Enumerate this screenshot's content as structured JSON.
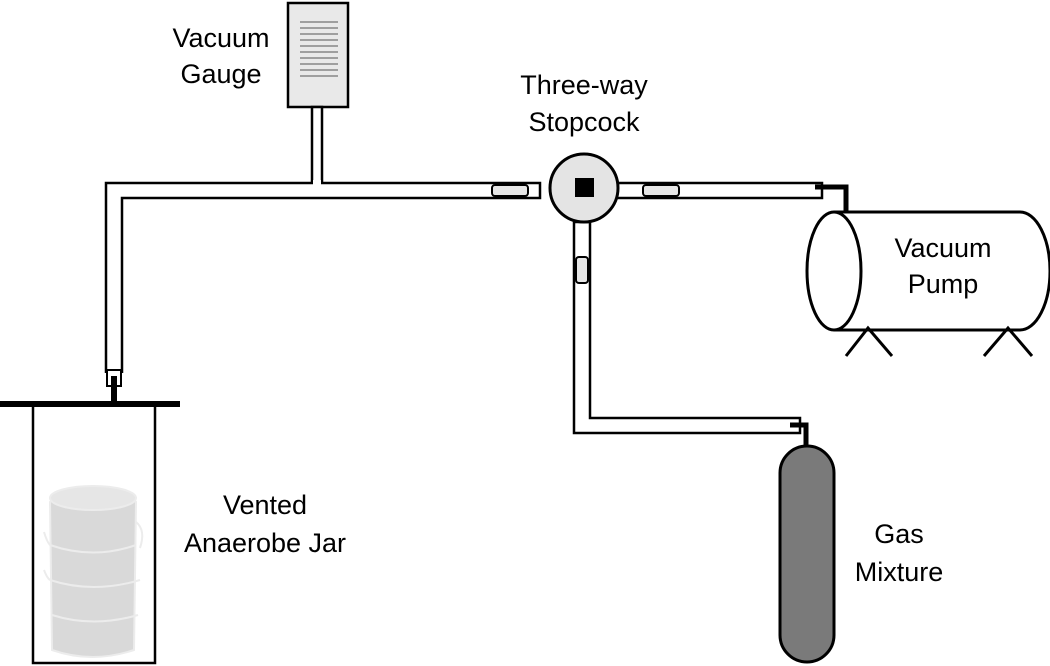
{
  "labels": {
    "vacuum_gauge": [
      "Vacuum",
      "Gauge"
    ],
    "stopcock": [
      "Three-way",
      "Stopcock"
    ],
    "vacuum_pump": [
      "Vacuum",
      "Pump"
    ],
    "jar": [
      "Vented",
      "Anaerobe Jar"
    ],
    "gas": [
      "Gas",
      "Mixture"
    ]
  },
  "colors": {
    "line": "#000000",
    "pipe_fill": "#ffffff",
    "gauge_fill": "#e9e9e9",
    "stopcock_fill": "#e4e4e4",
    "cylinder_fill": "#7a7a7a",
    "jar_fill": "#d9d9d9"
  }
}
